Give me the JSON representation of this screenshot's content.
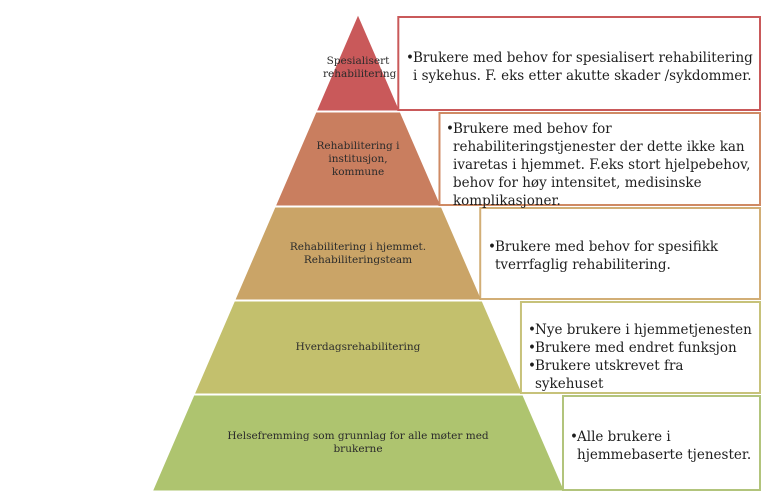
{
  "levels": [
    {
      "label": "Spesialisert rehabilitering",
      "color": "#c9595a",
      "border": "#c9595a",
      "items": [
        "Brukere med behov for spesialisert rehabilitering i sykehus. F. eks etter akutte skader /sykdommer."
      ]
    },
    {
      "label": "Rehabilitering i institusjon, kommune",
      "color": "#c97e5f",
      "border": "#cf8a64",
      "items": [
        "Brukere med behov for rehabiliteringstjenester der dette ikke kan ivaretas i hjemmet. F.eks stort hjelpebehov, behov for høy intensitet, medisinske komplikasjoner."
      ]
    },
    {
      "label": "Rehabilitering i hjemmet. Rehabiliteringsteam",
      "color": "#caa467",
      "border": "#d2ae76",
      "items": [
        "Brukere med behov for spesifikk tverrfaglig rehabilitering."
      ]
    },
    {
      "label": "Hverdagsrehabilitering",
      "color": "#c3c06d",
      "border": "#c7c27a",
      "items": [
        "Nye brukere i hjemmetjenesten",
        "Brukere med endret funksjon",
        "Brukere utskrevet fra sykehuset"
      ]
    },
    {
      "label": "Helsefremming som grunnlag for alle møter med brukerne",
      "color": "#aec46f",
      "border": "#b2c47c",
      "items": [
        "Alle brukere i hjemmebaserte tjenester."
      ]
    }
  ]
}
